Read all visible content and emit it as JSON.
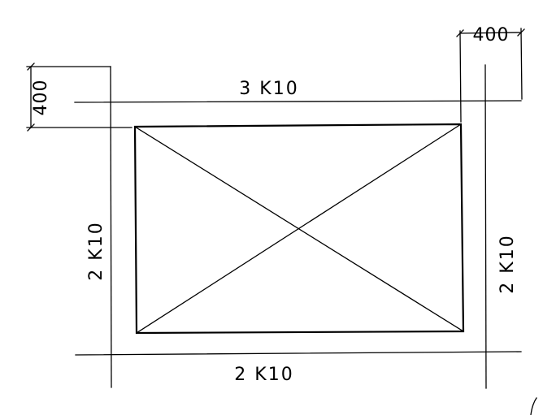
{
  "drawing": {
    "labels": {
      "top": "3 K10",
      "bottom": "2 K10",
      "left": "2 K10",
      "right": "2 K10"
    },
    "dimensions": {
      "top_right": "400",
      "top_left": "400"
    },
    "colors": {
      "line": "#000000",
      "background": "#ffffff"
    }
  }
}
